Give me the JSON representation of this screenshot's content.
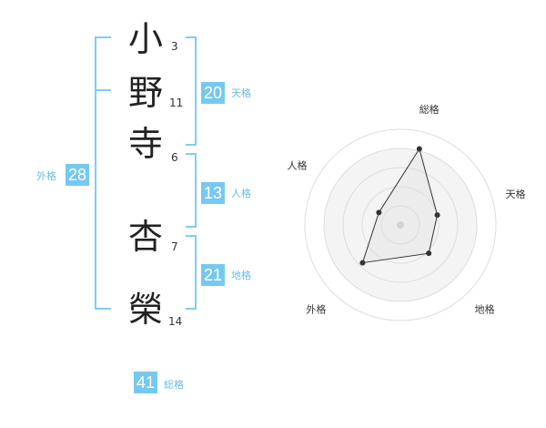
{
  "name": {
    "characters": [
      {
        "char": "小",
        "strokes": "3"
      },
      {
        "char": "野",
        "strokes": "11"
      },
      {
        "char": "寺",
        "strokes": "6"
      },
      {
        "char": "杏",
        "strokes": "7"
      },
      {
        "char": "榮",
        "strokes": "14"
      }
    ]
  },
  "scores": {
    "tenkaku": {
      "value": "20",
      "label": "天格"
    },
    "jinkaku": {
      "value": "13",
      "label": "人格"
    },
    "chikaku": {
      "value": "21",
      "label": "地格"
    },
    "gaikaku": {
      "value": "28",
      "label": "外格"
    },
    "soukaku": {
      "value": "41",
      "label": "総格"
    }
  },
  "accent_color": "#77c8f0",
  "chart_data": {
    "type": "radar",
    "axes": [
      "総格",
      "天格",
      "地格",
      "外格",
      "人格"
    ],
    "values": [
      41,
      20,
      21,
      28,
      13
    ],
    "rings": 5
  }
}
